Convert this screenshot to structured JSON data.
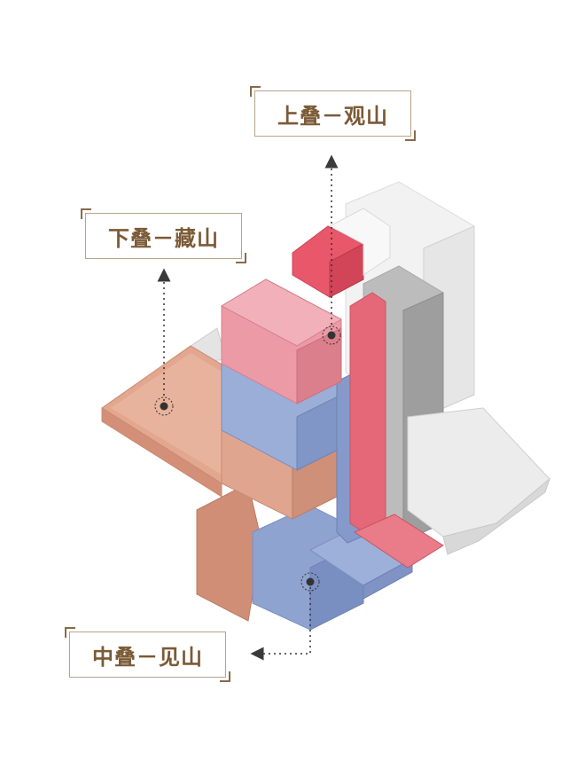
{
  "labels": {
    "top": "上叠－观山",
    "left": "下叠－藏山",
    "bottom": "中叠－见山"
  },
  "colors": {
    "pink": "#e58a96",
    "pink_bright": "#e06070",
    "blue": "#8fa3d1",
    "orange": "#d99a80",
    "grey": "#a0a0a0",
    "white": "#efefef",
    "label": "#7b5a36"
  }
}
